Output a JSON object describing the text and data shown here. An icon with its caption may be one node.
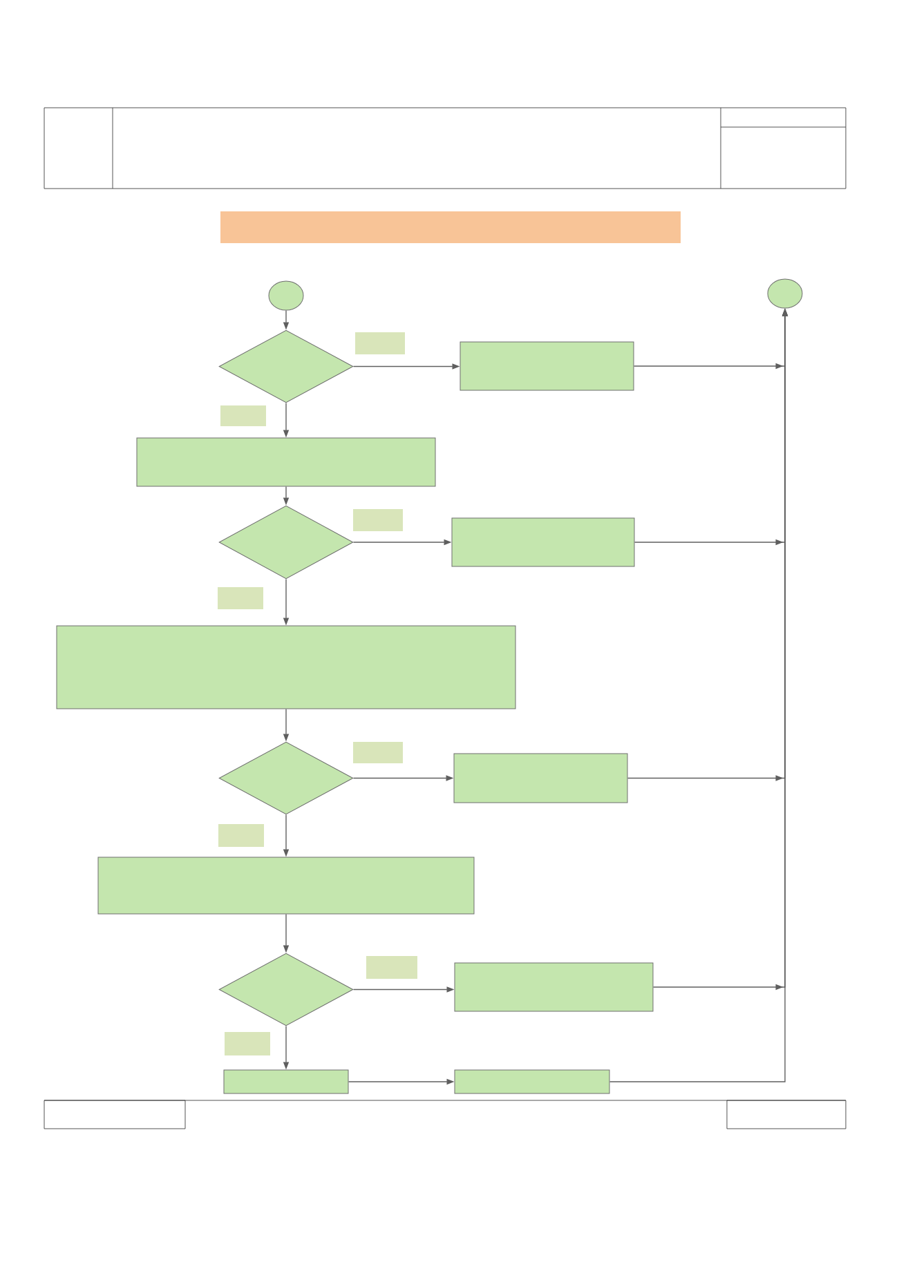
{
  "diagram": {
    "nodes": [
      {
        "text": [],
        "shape": "bar"
      },
      {
        "text": [],
        "shape": "circle"
      },
      {
        "text": [],
        "shape": "circle"
      },
      {
        "text": [],
        "shape": "diamond"
      },
      {
        "text": [],
        "shape": "box"
      },
      {
        "text": [],
        "shape": "box"
      },
      {
        "text": [],
        "shape": "box"
      },
      {
        "text": [],
        "shape": "box"
      },
      {
        "text": [],
        "shape": "diamond"
      },
      {
        "text": [],
        "shape": "box"
      },
      {
        "text": [],
        "shape": "box"
      },
      {
        "text": [],
        "shape": "box"
      },
      {
        "text": [],
        "shape": "box"
      },
      {
        "text": [],
        "shape": "diamond"
      },
      {
        "text": [],
        "shape": "box"
      },
      {
        "text": [],
        "shape": "box"
      },
      {
        "text": [],
        "shape": "box"
      },
      {
        "text": [],
        "shape": "box"
      },
      {
        "text": [],
        "shape": "diamond"
      },
      {
        "text": [],
        "shape": "box"
      },
      {
        "text": [],
        "shape": "box"
      },
      {
        "text": [],
        "shape": "box"
      },
      {
        "text": [],
        "shape": "box"
      },
      {
        "text": [],
        "shape": "box"
      }
    ],
    "edges": [
      {
        "from": 1,
        "to": 3,
        "arrow": "to"
      },
      {
        "from": 3,
        "to": 5,
        "arrow": "to"
      },
      {
        "from": 5,
        "to": 2,
        "arrow": "to"
      },
      {
        "from": 3,
        "to": 7,
        "arrow": "to"
      },
      {
        "from": 7,
        "to": 8,
        "arrow": "to"
      },
      {
        "from": 8,
        "to": 10,
        "arrow": "to"
      },
      {
        "from": 10,
        "to": 2,
        "arrow": "to"
      },
      {
        "from": 8,
        "to": 12,
        "arrow": "to"
      },
      {
        "from": 12,
        "to": 13,
        "arrow": "to"
      },
      {
        "from": 13,
        "to": 15,
        "arrow": "to"
      },
      {
        "from": 15,
        "to": 2,
        "arrow": "to"
      },
      {
        "from": 13,
        "to": 17,
        "arrow": "to"
      },
      {
        "from": 17,
        "to": 18,
        "arrow": "to"
      },
      {
        "from": 18,
        "to": 20,
        "arrow": "to"
      },
      {
        "from": 20,
        "to": 2,
        "arrow": "to"
      },
      {
        "from": 18,
        "to": 22,
        "arrow": "to"
      },
      {
        "from": 22,
        "to": 23,
        "arrow": "to"
      },
      {
        "from": 23,
        "to": 2,
        "arrow": "to"
      }
    ]
  }
}
